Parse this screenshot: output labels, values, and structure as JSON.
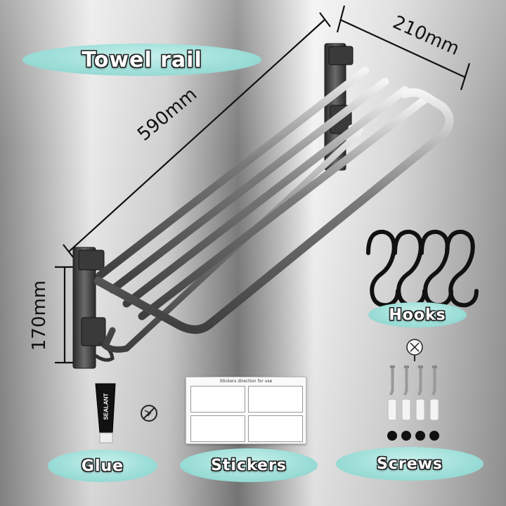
{
  "labels": {
    "title": "Towel rail",
    "hooks": "Hooks",
    "glue": "Glue",
    "stickers": "Stickers",
    "screws": "Screws"
  },
  "dimensions": {
    "length": "590mm",
    "depth": "210mm",
    "height": "170mm"
  },
  "glue_tube": {
    "brand_text": "SEALANT"
  },
  "sticker_sheet": {
    "heading": "Stickers direction for use"
  },
  "counts": {
    "hooks": 4,
    "screws": 4,
    "anchors": 4,
    "caps": 4
  },
  "colors": {
    "pill": "#9fdfd9",
    "rail": "#8a8a8a",
    "text_outline": "#222222"
  },
  "icons": {
    "no_drill": "no-drill-icon",
    "screw_top": "screw-head-icon"
  }
}
